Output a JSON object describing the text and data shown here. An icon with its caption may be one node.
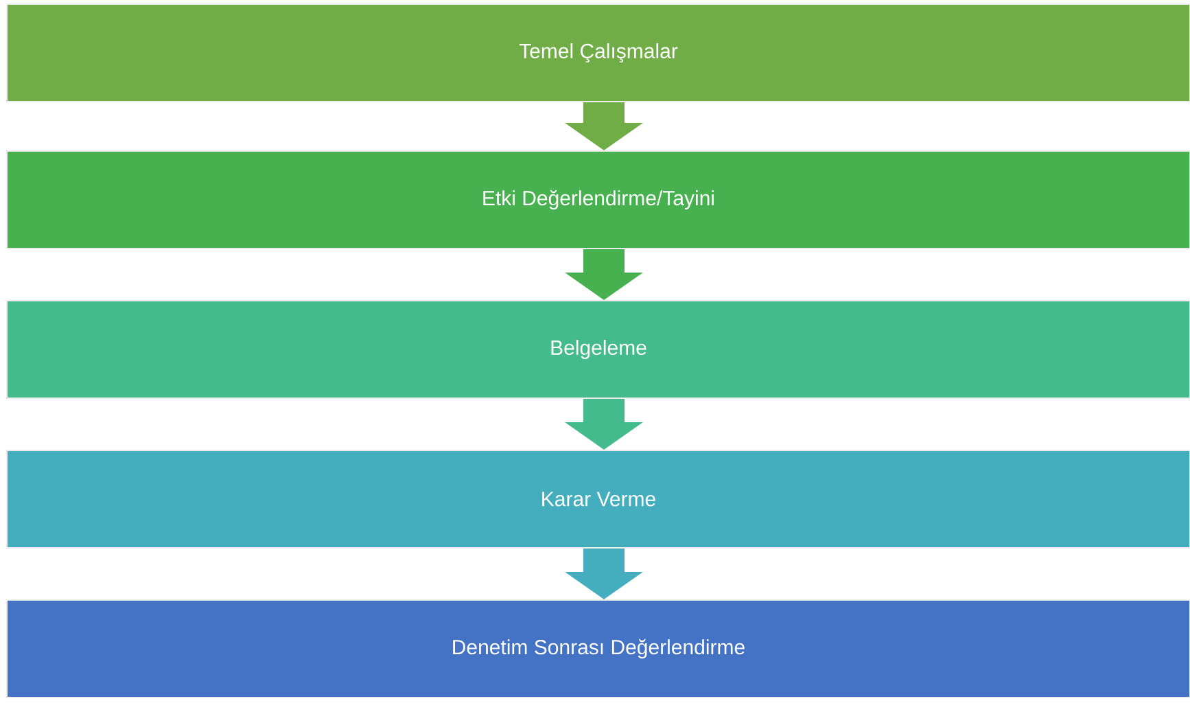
{
  "diagram": {
    "nodes": [
      {
        "text": [
          "Temel Çalışmalar"
        ]
      },
      {
        "text": [
          "Etki Değerlendirme/Tayini"
        ]
      },
      {
        "text": [
          "Belgeleme"
        ]
      },
      {
        "text": [
          "Karar Verme"
        ]
      },
      {
        "text": [
          "Denetim Sonrası Değerlendirme"
        ]
      }
    ],
    "edges": [
      {
        "from": 0,
        "to": 1,
        "arrow": "to",
        "color": "#70ad47"
      },
      {
        "from": 1,
        "to": 2,
        "arrow": "to",
        "color": "#47b04f"
      },
      {
        "from": 2,
        "to": 3,
        "arrow": "to",
        "color": "#44bb8c"
      },
      {
        "from": 3,
        "to": 4,
        "arrow": "to",
        "color": "#44aebf"
      }
    ]
  }
}
